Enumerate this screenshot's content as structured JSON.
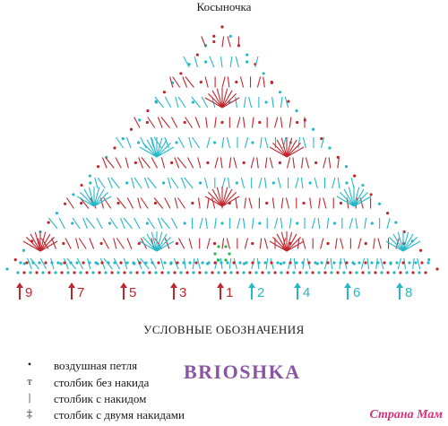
{
  "title": "Косыночка",
  "rows": {
    "left": [
      {
        "label": "9",
        "color": "#c0262e"
      },
      {
        "label": "7",
        "color": "#c0262e"
      },
      {
        "label": "5",
        "color": "#c0262e"
      },
      {
        "label": "3",
        "color": "#c0262e"
      },
      {
        "label": "1",
        "color": "#c0262e"
      }
    ],
    "right": [
      {
        "label": "2",
        "color": "#25b8c6"
      },
      {
        "label": "4",
        "color": "#25b8c6"
      },
      {
        "label": "6",
        "color": "#25b8c6"
      },
      {
        "label": "8",
        "color": "#25b8c6"
      }
    ]
  },
  "legend": {
    "title": "УСЛОВНЫЕ ОБОЗНАЧЕНИЯ",
    "items": [
      {
        "symbol": "•",
        "label": "воздушная петля"
      },
      {
        "symbol": "т",
        "label": "столбик без накида"
      },
      {
        "symbol": "|",
        "label": "столбик с накидом"
      },
      {
        "symbol": "‡",
        "label": "столбик с двумя накидами"
      }
    ]
  },
  "watermark": "BRIOSHKA",
  "site_logo": "Страна Мам",
  "colors": {
    "red": "#c0262e",
    "cyan": "#25b8c6",
    "green": "#2bb34a",
    "watermark": "#8a55a3",
    "logo": "#d2337a"
  }
}
